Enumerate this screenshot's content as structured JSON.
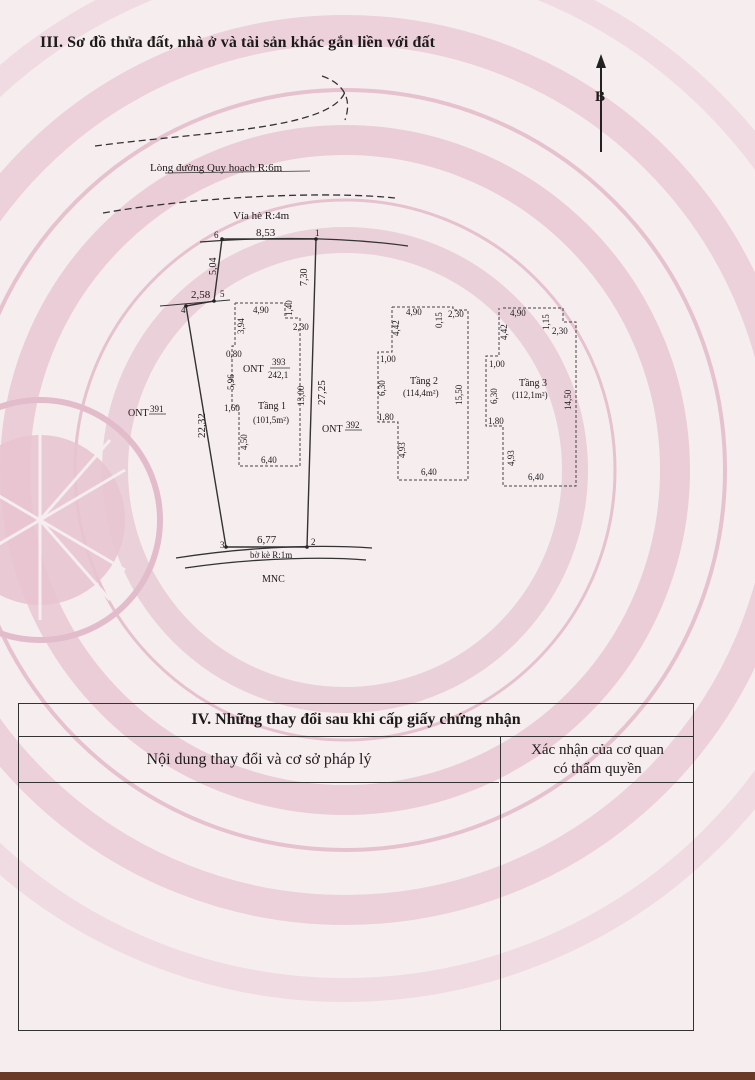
{
  "section3": {
    "title": "III. Sơ đồ thửa đất, nhà ở và tài sản khác gắn liền với đất"
  },
  "north": {
    "label": "B"
  },
  "roads": {
    "main_road": "Lòng đường Quy hoạch R:6m",
    "sidewalk": "Vỉa hè R:4m",
    "embankment": "bờ kè R:1m",
    "water": "MNC"
  },
  "parcel": {
    "land_type": "ONT",
    "number": "393",
    "area": "242,1",
    "vertices": [
      "1",
      "2",
      "3",
      "4",
      "5",
      "6"
    ],
    "edges": {
      "e6_1": "8,53",
      "e5_6": "5,04",
      "e4_5": "2,58",
      "e3_4": "22,32",
      "e2_3": "6,77",
      "e1_2": "27,25",
      "inner_top": "7,30"
    }
  },
  "neighbors": {
    "left_type": "ONT",
    "left_no": "391",
    "right_type": "ONT",
    "right_no": "392"
  },
  "floors": [
    {
      "name": "Tầng 1",
      "area": "(101,5m²)",
      "dims": {
        "top": "4,90",
        "notch_h": "1,40",
        "notch_w": "2,30",
        "left_upper": "3,94",
        "step": "0,80",
        "left_mid": "5,96",
        "step2": "1,60",
        "left_low": "4,50",
        "right": "13,00",
        "bottom": "6,40"
      }
    },
    {
      "name": "Tầng 2",
      "area": "(114,4m²)",
      "dims": {
        "top": "4,90",
        "notch_h": "0,15",
        "notch_w": "2,30",
        "left_upper": "4,42",
        "step": "1,00",
        "left_mid": "6,30",
        "step2": "1,80",
        "left_low": "4,93",
        "right": "15,50",
        "bottom": "6,40"
      }
    },
    {
      "name": "Tầng 3",
      "area": "(112,1m²)",
      "dims": {
        "top": "4,90",
        "notch_h": "1,15",
        "notch_w": "2,30",
        "left_upper": "4,42",
        "step": "1,00",
        "left_mid": "6,30",
        "step2": "1,80",
        "left_low": "4,93",
        "right": "14,50",
        "bottom": "6,40"
      }
    }
  ],
  "section4": {
    "title": "IV. Những thay đổi sau khi cấp giấy chứng nhận",
    "col_left": "Nội dung thay đổi và cơ sở pháp lý",
    "col_right_line1": "Xác nhận của cơ quan",
    "col_right_line2": "có thẩm quyền"
  },
  "colors": {
    "paper": "#f6edef",
    "seal": "#e9c9d3",
    "ink": "#1d1a1a",
    "frame": "#6b3a26"
  }
}
